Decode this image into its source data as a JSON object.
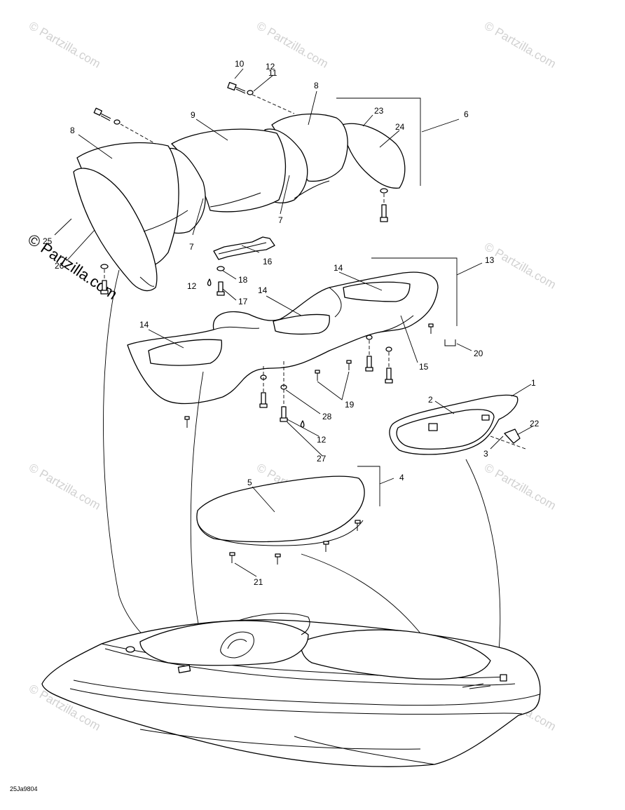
{
  "diagram": {
    "code": "25Ja9804",
    "watermark_text": "© Partzilla.com",
    "callouts": [
      "1",
      "2",
      "3",
      "4",
      "5",
      "6",
      "7",
      "7",
      "8",
      "8",
      "9",
      "10",
      "11",
      "12",
      "12",
      "12",
      "13",
      "14",
      "14",
      "14",
      "15",
      "16",
      "17",
      "18",
      "19",
      "20",
      "21",
      "22",
      "23",
      "24",
      "25",
      "26",
      "27",
      "28"
    ]
  }
}
